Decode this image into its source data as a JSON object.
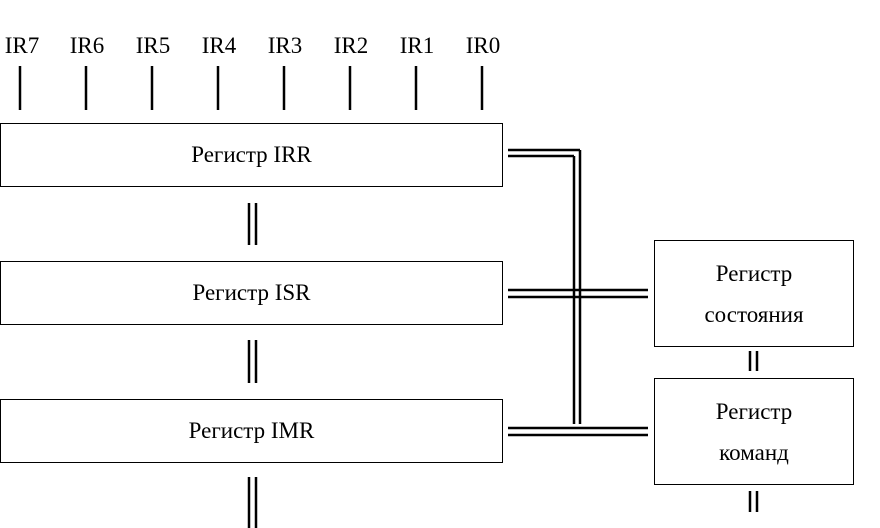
{
  "inputs": [
    "IR7",
    "IR6",
    "IR5",
    "IR4",
    "IR3",
    "IR2",
    "IR1",
    "IR0"
  ],
  "registers": [
    {
      "label": "Регистр IRR"
    },
    {
      "label": "Регистр ISR"
    },
    {
      "label": "Регистр IMR"
    }
  ],
  "status_register": {
    "line1": "Регистр",
    "line2": "состояния"
  },
  "command_register": {
    "line1": "Регистр",
    "line2": "команд"
  },
  "colors": {
    "stroke": "#000000",
    "background": "#ffffff"
  }
}
